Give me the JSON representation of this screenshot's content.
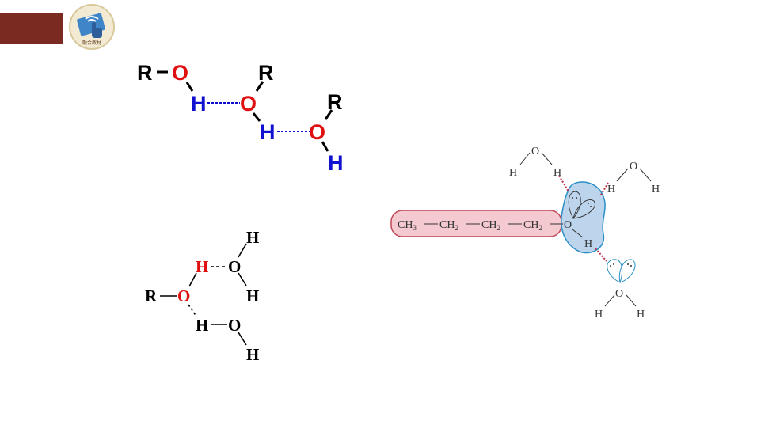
{
  "colors": {
    "oxygen": "#e01010",
    "hydrogen_bond": "#1010d0",
    "bond": "#000000",
    "hydrophobic": "#f4c9cf",
    "hydrophilic": "#bcd4ec",
    "accent_bar": "#7b2a22"
  },
  "logo": {
    "icon": "hand-tap-icon",
    "caption": "融合教材"
  },
  "alcohol_chain": {
    "labels": [
      "R",
      "O",
      "H",
      "O",
      "R",
      "H",
      "O",
      "R",
      "H"
    ]
  },
  "alcohol_water": {
    "labels": [
      "R",
      "O",
      "H",
      "O",
      "H",
      "H",
      "H",
      "O",
      "H"
    ]
  },
  "butanol": {
    "chain_labels": [
      "CH",
      "3",
      "CH",
      "2",
      "CH",
      "2",
      "CH",
      "2"
    ],
    "atom_labels": [
      "O",
      "H",
      "H",
      "O",
      "H",
      "H",
      "O",
      "H",
      "H",
      "O",
      "H"
    ]
  }
}
